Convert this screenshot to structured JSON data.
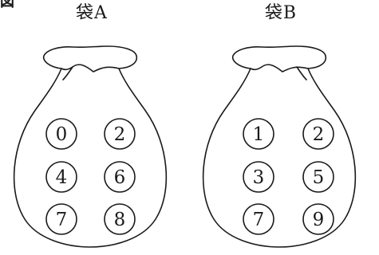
{
  "figure_label": "図",
  "bags": [
    {
      "title": "袋A",
      "balls": [
        "0",
        "2",
        "4",
        "6",
        "7",
        "8"
      ]
    },
    {
      "title": "袋B",
      "balls": [
        "1",
        "2",
        "3",
        "5",
        "7",
        "9"
      ]
    }
  ],
  "colors": {
    "stroke": "#1a1a1a",
    "background": "#ffffff"
  }
}
